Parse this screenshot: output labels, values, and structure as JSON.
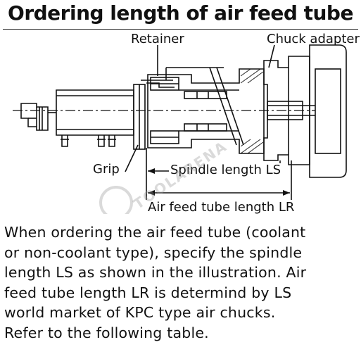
{
  "title": "Ordering length of air feed tube",
  "labels": {
    "retainer": "Retainer",
    "chuck_adapter": "Chuck adapter",
    "grip": "Grip",
    "spindle_length": "Spindle length LS",
    "air_feed_length": "Air feed tube length LR"
  },
  "watermark": "TOOLARENA",
  "description": [
    "When ordering the air feed tube (coolant",
    "or non-coolant type), specify the spindle",
    "length LS as shown in the illustration. Air",
    "feed tube length LR is determind by LS",
    "world market of KPC type air chucks.",
    "Refer to the following table."
  ]
}
